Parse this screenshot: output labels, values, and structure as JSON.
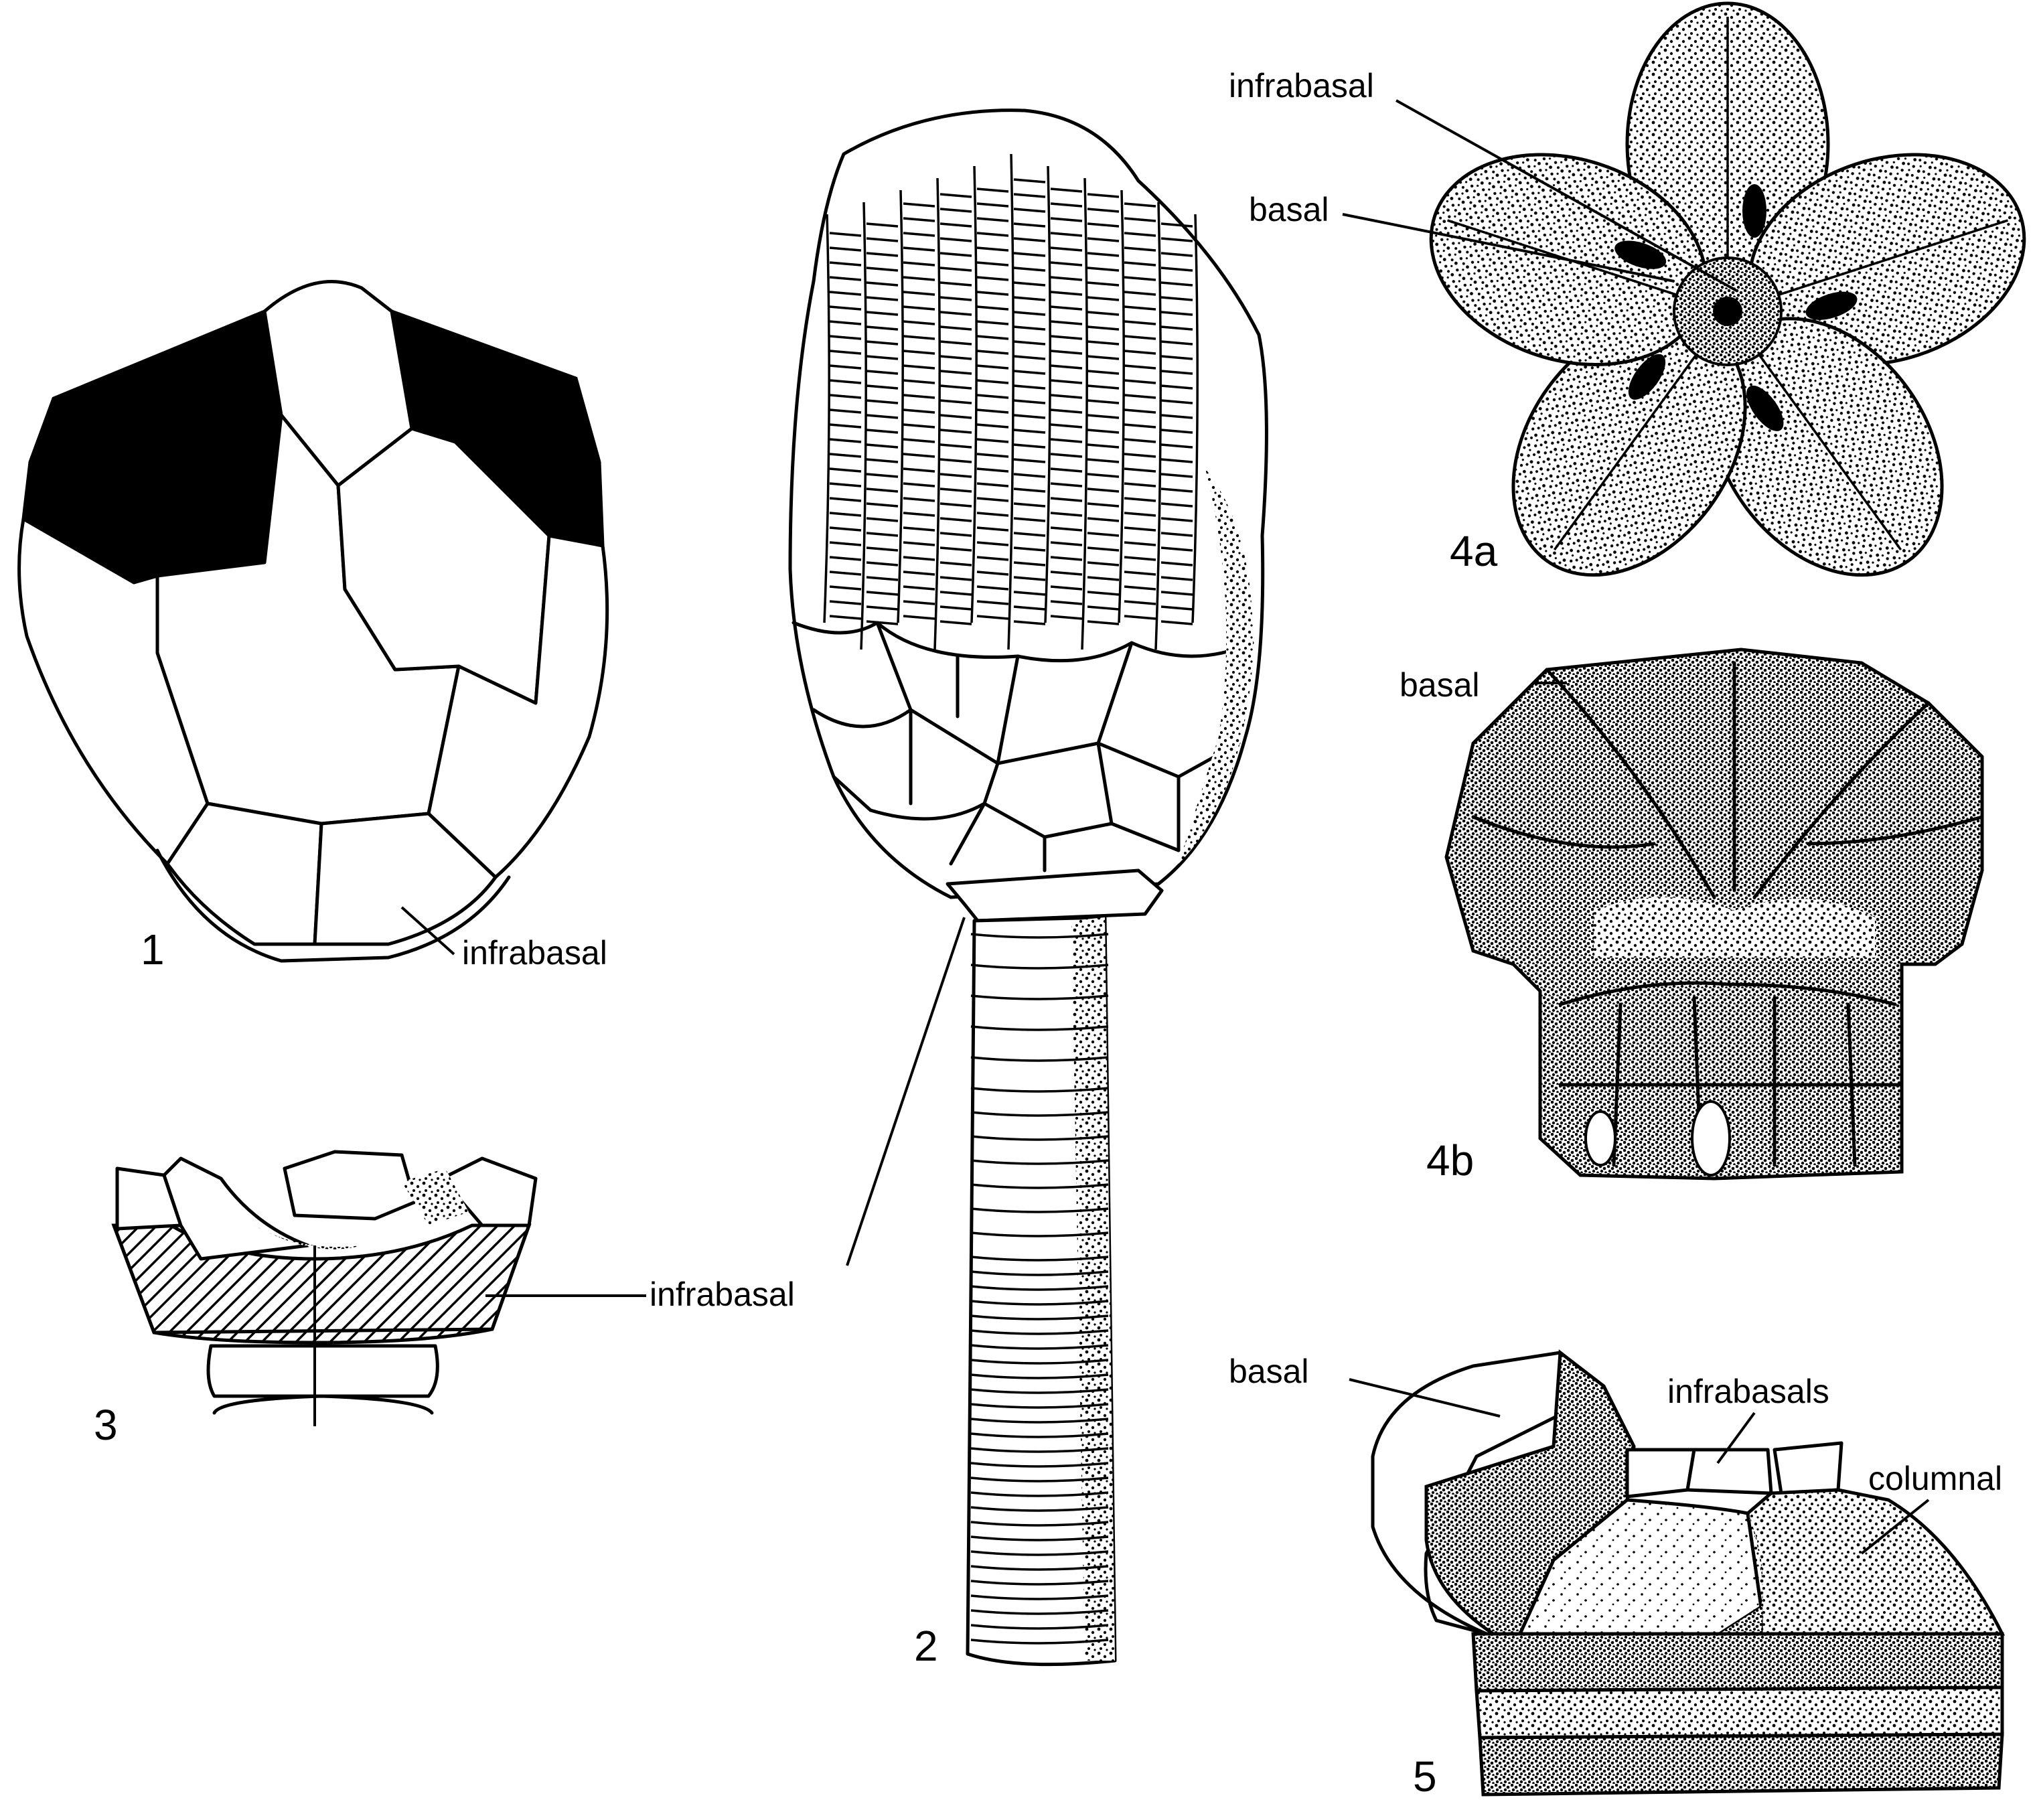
{
  "figure_numbers": {
    "fig1": "1",
    "fig2": "2",
    "fig3": "3",
    "fig4a": "4a",
    "fig4b": "4b",
    "fig5": "5"
  },
  "labels": {
    "fig1_infrabasal": "infrabasal",
    "fig3_infrabasal": "infrabasal",
    "fig4a_infrabasal": "infrabasal",
    "fig4a_basal": "basal",
    "fig4b_basal": "basal",
    "fig5_basal": "basal",
    "fig5_infrabasals": "infrabasals",
    "fig5_columnal": "columnal"
  }
}
